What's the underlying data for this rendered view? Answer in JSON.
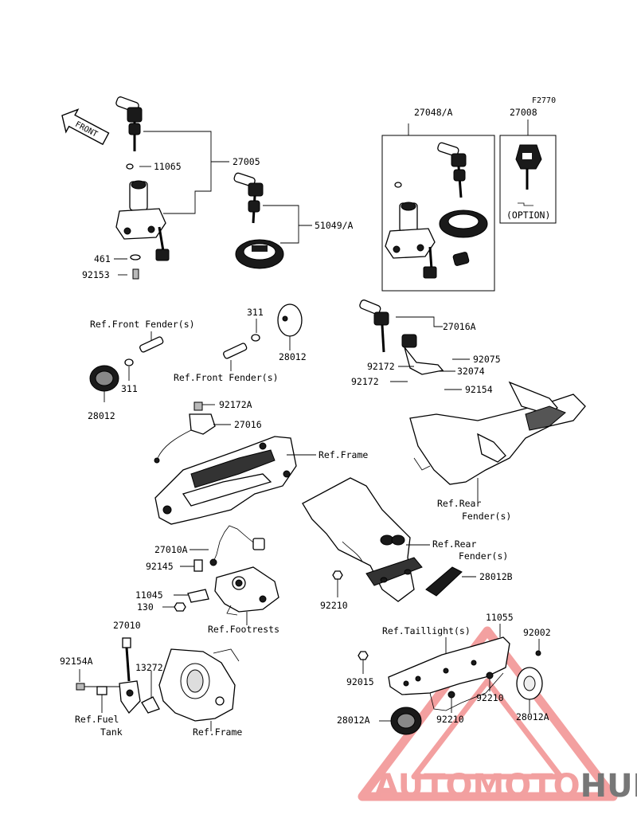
{
  "figure_code": "F2770",
  "front_marker": "FRONT",
  "option_label": "(OPTION)",
  "watermark": {
    "part1": "AUTOMOTO",
    "part2": "HUB",
    "color1": "#f2a0a0",
    "color2": "#777777"
  },
  "labels": {
    "p27005": "27005",
    "p11065": "11065",
    "p461": "461",
    "p92153": "92153",
    "p51049a": "51049/A",
    "p27048a": "27048/A",
    "p27008": "27008",
    "p311_a": "311",
    "p28012_a": "28012",
    "ref_front_fender_a": "Ref.Front Fender(s)",
    "p311_b": "311",
    "p28012_b": "28012",
    "ref_front_fender_b": "Ref.Front Fender(s)",
    "p27016a": "27016A",
    "p92172_a": "92172",
    "p92075": "92075",
    "p32074": "32074",
    "p92172_b": "92172",
    "p92154": "92154",
    "p92172a": "92172A",
    "p27016": "27016",
    "ref_frame_a": "Ref.Frame",
    "ref_rear_fender_a1": "Ref.Rear",
    "ref_rear_fender_a2": "Fender(s)",
    "p27010a": "27010A",
    "p92145": "92145",
    "ref_rear_fender_b1": "Ref.Rear",
    "ref_rear_fender_b2": "Fender(s)",
    "p28012b": "28012B",
    "p11045": "11045",
    "p130": "130",
    "p92210_a": "92210",
    "ref_footrests": "Ref.Footrests",
    "p11055": "11055",
    "ref_taillight": "Ref.Taillight(s)",
    "p92002": "92002",
    "p27010": "27010",
    "p92154a": "92154A",
    "p13272": "13272",
    "p92015": "92015",
    "p92210_b": "92210",
    "ref_fuel_tank1": "Ref.Fuel",
    "ref_fuel_tank2": "Tank",
    "ref_frame_b": "Ref.Frame",
    "p28012a_a": "28012A",
    "p92210_c": "92210",
    "p28012a_b": "28012A"
  }
}
